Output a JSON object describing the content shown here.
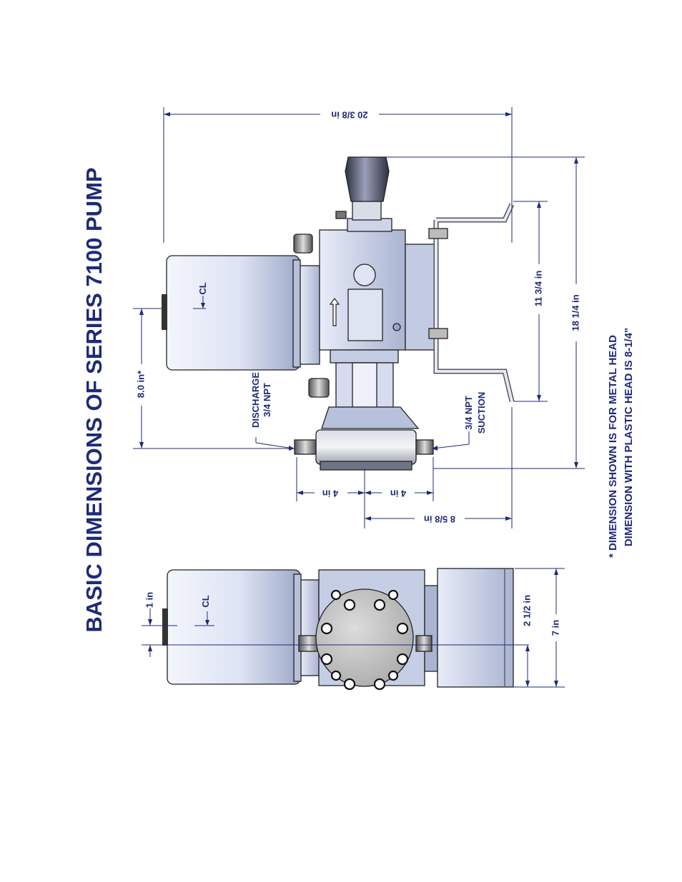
{
  "title": "BASIC DIMENSIONS OF SERIES 7100 PUMP",
  "dimensions": {
    "overall_length": "20 3/8 in",
    "overall_height": "18 1/4 in",
    "bracket_height": "11 3/4 in",
    "head_offset": "8.0 in*",
    "head_half_a": "4 in",
    "head_half_b": "4 in",
    "base_to_head": "8 5/8 in",
    "centerline_offset": "1 in",
    "side_offset": "2 1/2 in",
    "side_width": "7 in"
  },
  "labels": {
    "centerline_top": "CL",
    "centerline_bottom": "CL",
    "discharge_line1": "DISCHARGE",
    "discharge_line2": "3/4 NPT",
    "suction_line1": "3/4 NPT",
    "suction_line2": "SUCTION"
  },
  "note": {
    "line1": "* DIMENSION SHOWN IS FOR METAL HEAD",
    "line2": "DIMENSION WITH PLASTIC HEAD IS 8-1/4\""
  },
  "colors": {
    "ink": "#1e2a78",
    "body_light": "#f2f5fd",
    "body_mid": "#c4cde6",
    "body_dark": "#8b97b8",
    "knob": "#3a3f4e"
  }
}
